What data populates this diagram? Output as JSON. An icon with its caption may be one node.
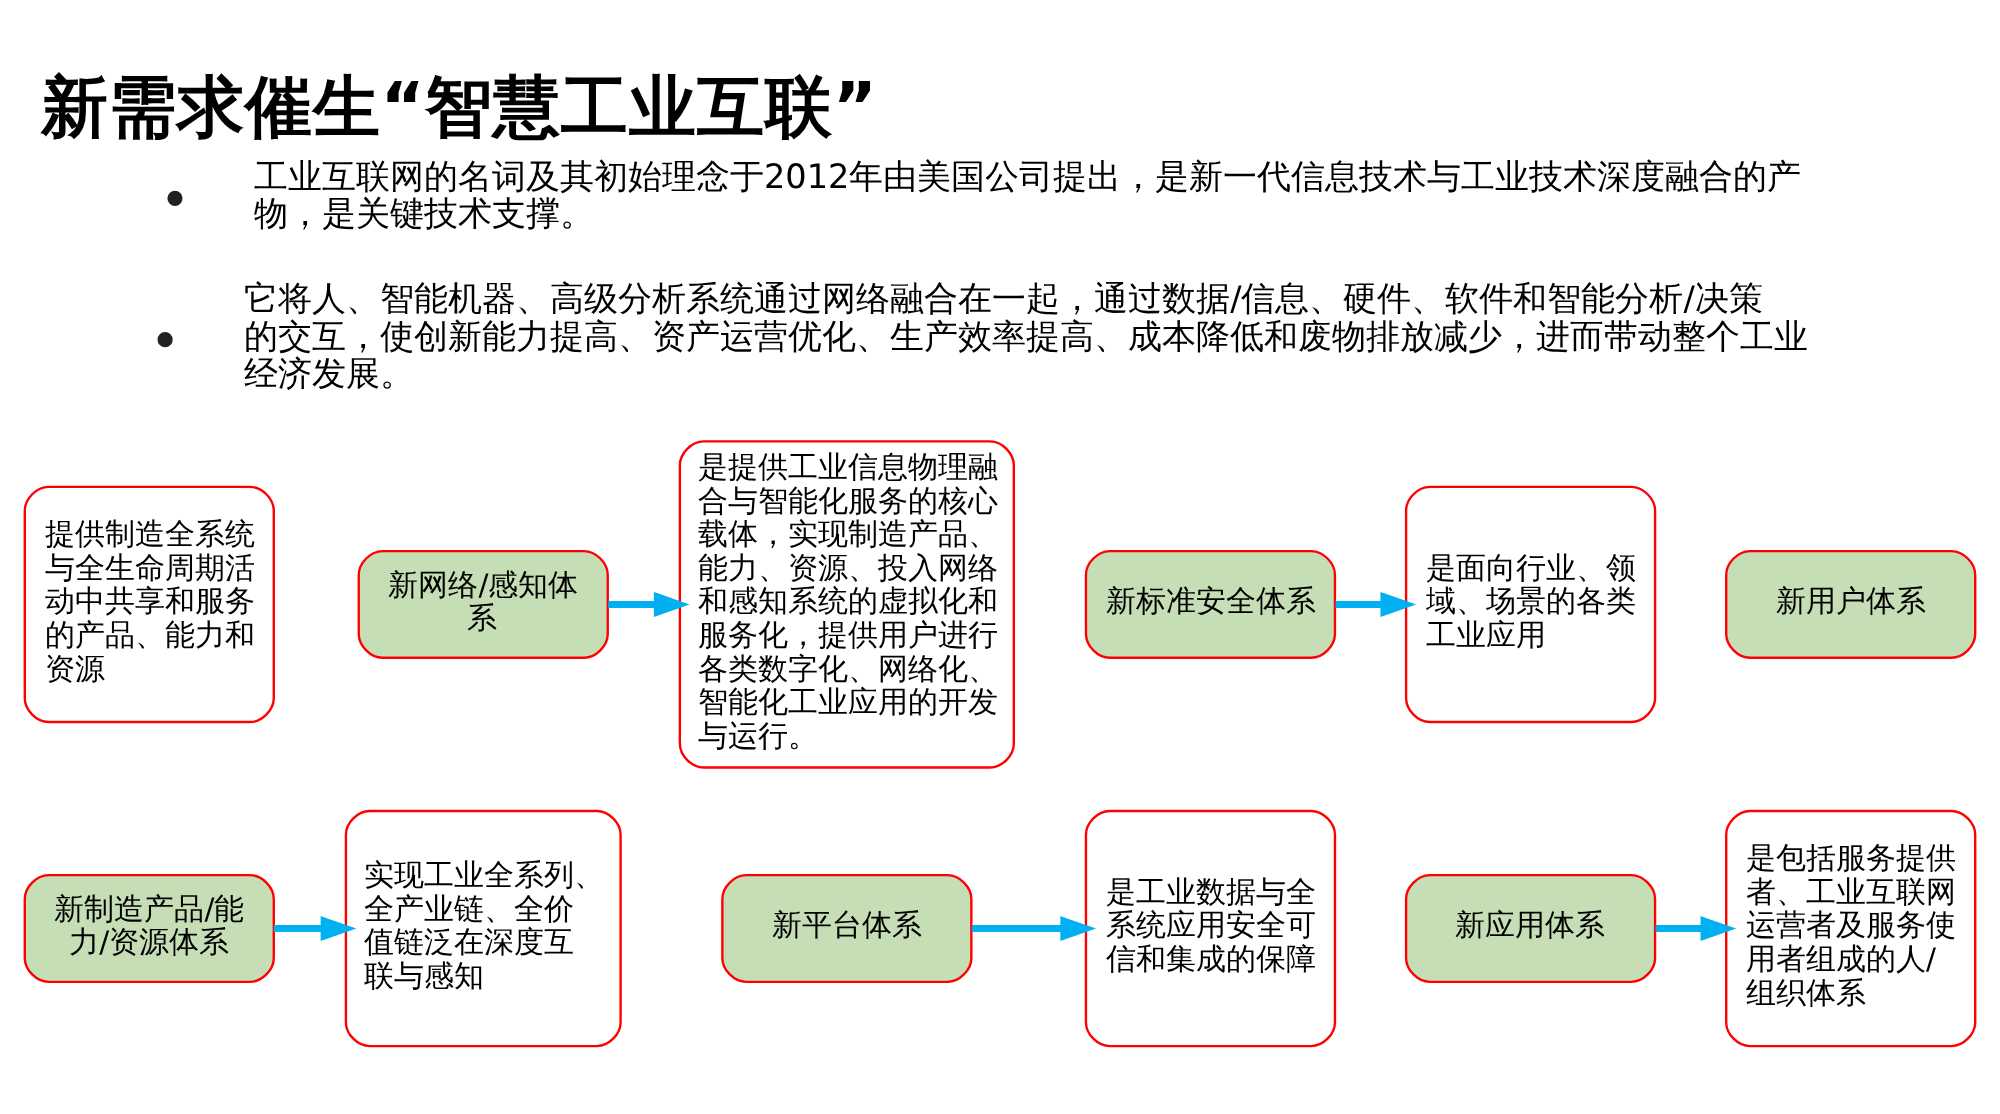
{
  "diagram": {
    "title": "新需求催生“智慧工业互联”",
    "nodes": [
      {
        "text": [
          "提供制造全系统与全生命周期活动中共享和服务的产品、能力和资源"
        ]
      },
      {
        "text": [
          "新制造产品/能力/资源体系"
        ]
      },
      {
        "text": [
          "新网络/感知体系"
        ]
      },
      {
        "text": [
          "实现工业全系列、全产业链、全价值链泛在深度互联与感知"
        ]
      },
      {
        "text": [
          "是提供工业信息物理融合与智能化服务的核心载体，实现制造产品、能力、资源、投入网络和感知系统的虚拟化和服务化，提供用户进行各类数字化、网络化、智能化工业应用的开发与运行。"
        ]
      },
      {
        "text": [
          "新平台体系"
        ]
      },
      {
        "text": [
          "新标准安全体系"
        ]
      },
      {
        "text": [
          "是工业数据与全系统应用安全可信和集成的保障"
        ]
      },
      {
        "text": [
          "是面向行业、领域、场景的各类工业应用"
        ]
      },
      {
        "text": [
          "新应用体系"
        ]
      },
      {
        "text": [
          "新用户体系"
        ]
      },
      {
        "text": [
          "是包括服务提供者、工业互联网运营者及服务使用者组成的人/组织体系"
        ]
      }
    ],
    "edges": [
      {
        "from": 1,
        "to": 3,
        "arrow": "to"
      },
      {
        "from": 2,
        "to": 4,
        "arrow": "to"
      },
      {
        "from": 5,
        "to": 7,
        "arrow": "to"
      },
      {
        "from": 6,
        "to": 8,
        "arrow": "to"
      },
      {
        "from": 9,
        "to": 11,
        "arrow": "to"
      }
    ],
    "labels": [
      "工业互联网的名词及其初始理念于2012年由美国公司提出，是新一代信息技术与工业技术深度融合的产物，是关键技术支撑。",
      "它将人、智能机器、高级分析系统通过网络融合在一起，通过数据/信息、硬件、软件和智能分析/决策的交互，使创新能力提高、资产运营优化、生产效率提高、成本降低和废物排放减少，进而带动整个工业经济发展。"
    ]
  }
}
